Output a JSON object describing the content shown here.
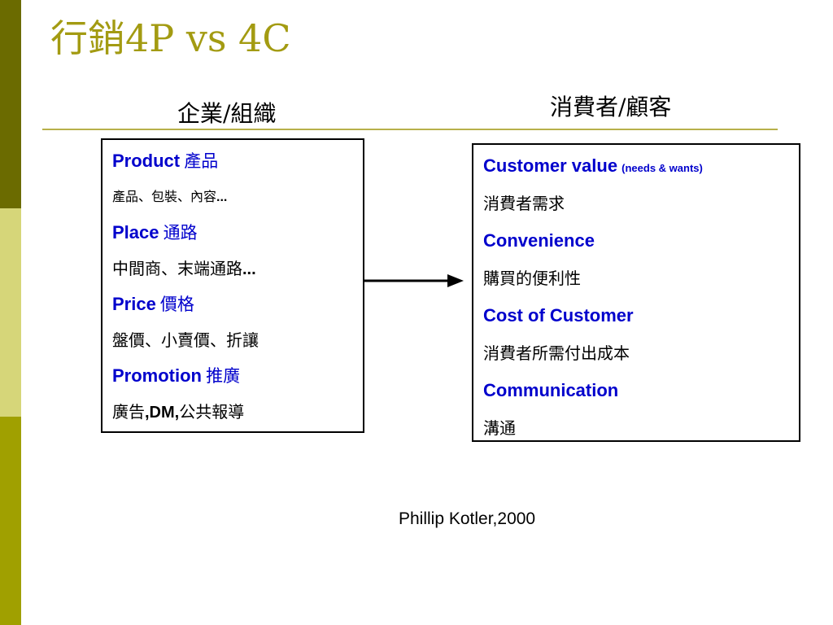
{
  "slide": {
    "title": "行銷4P vs 4C",
    "left_heading": "企業/組織",
    "right_heading": "消費者/顧客",
    "citation": "Phillip Kotler,2000"
  },
  "four_p": [
    {
      "en": "Product",
      "zh": "產品",
      "desc_zh": "產品、包裝、內容",
      "desc_en": "..."
    },
    {
      "en": "Place",
      "zh": "通路",
      "desc_zh": "中間商、末端通路",
      "desc_en": "..."
    },
    {
      "en": "Price",
      "zh": "價格",
      "desc_zh": "盤價、小賣價、折讓",
      "desc_en": ""
    },
    {
      "en": "Promotion",
      "zh": "推廣",
      "desc_a": "廣告",
      "desc_b": ",DM,",
      "desc_c": "公共報導"
    }
  ],
  "four_c": [
    {
      "en": "Customer value",
      "note": "(needs & wants)",
      "desc": "消費者需求"
    },
    {
      "en": "Convenience",
      "desc": "購買的便利性"
    },
    {
      "en": "Cost of Customer",
      "desc": "消費者所需付出成本"
    },
    {
      "en": "Communication",
      "desc": "溝通"
    }
  ],
  "colors": {
    "title": "#a39b12",
    "accent_blue": "#0000cc",
    "bar_dark": "#6b6b00",
    "bar_light": "#d6d679",
    "bar_mid": "#a0a000",
    "divider": "#b7b04a"
  },
  "icons": {
    "arrow": "right-arrow-icon"
  }
}
